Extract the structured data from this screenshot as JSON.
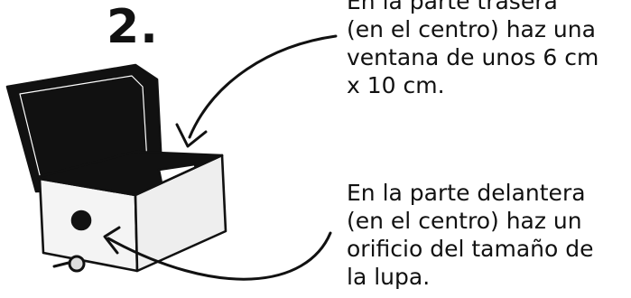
{
  "step": {
    "number": "2."
  },
  "instructions": {
    "back": {
      "lines": [
        "En la parte trasera",
        "(en el centro)  haz una",
        "ventana de unos 6 cm",
        "x 10 cm."
      ]
    },
    "front": {
      "lines": [
        "En la parte delantera",
        "(en el centro) haz un",
        "orificio del tamaño de",
        "la lupa."
      ]
    }
  },
  "colors": {
    "ink": "#111111",
    "paper": "#ffffff",
    "box_side": "#eeeeee"
  },
  "icons": [
    "curved-arrow-icon",
    "magnifying-glass-icon",
    "shoe-box-icon"
  ]
}
